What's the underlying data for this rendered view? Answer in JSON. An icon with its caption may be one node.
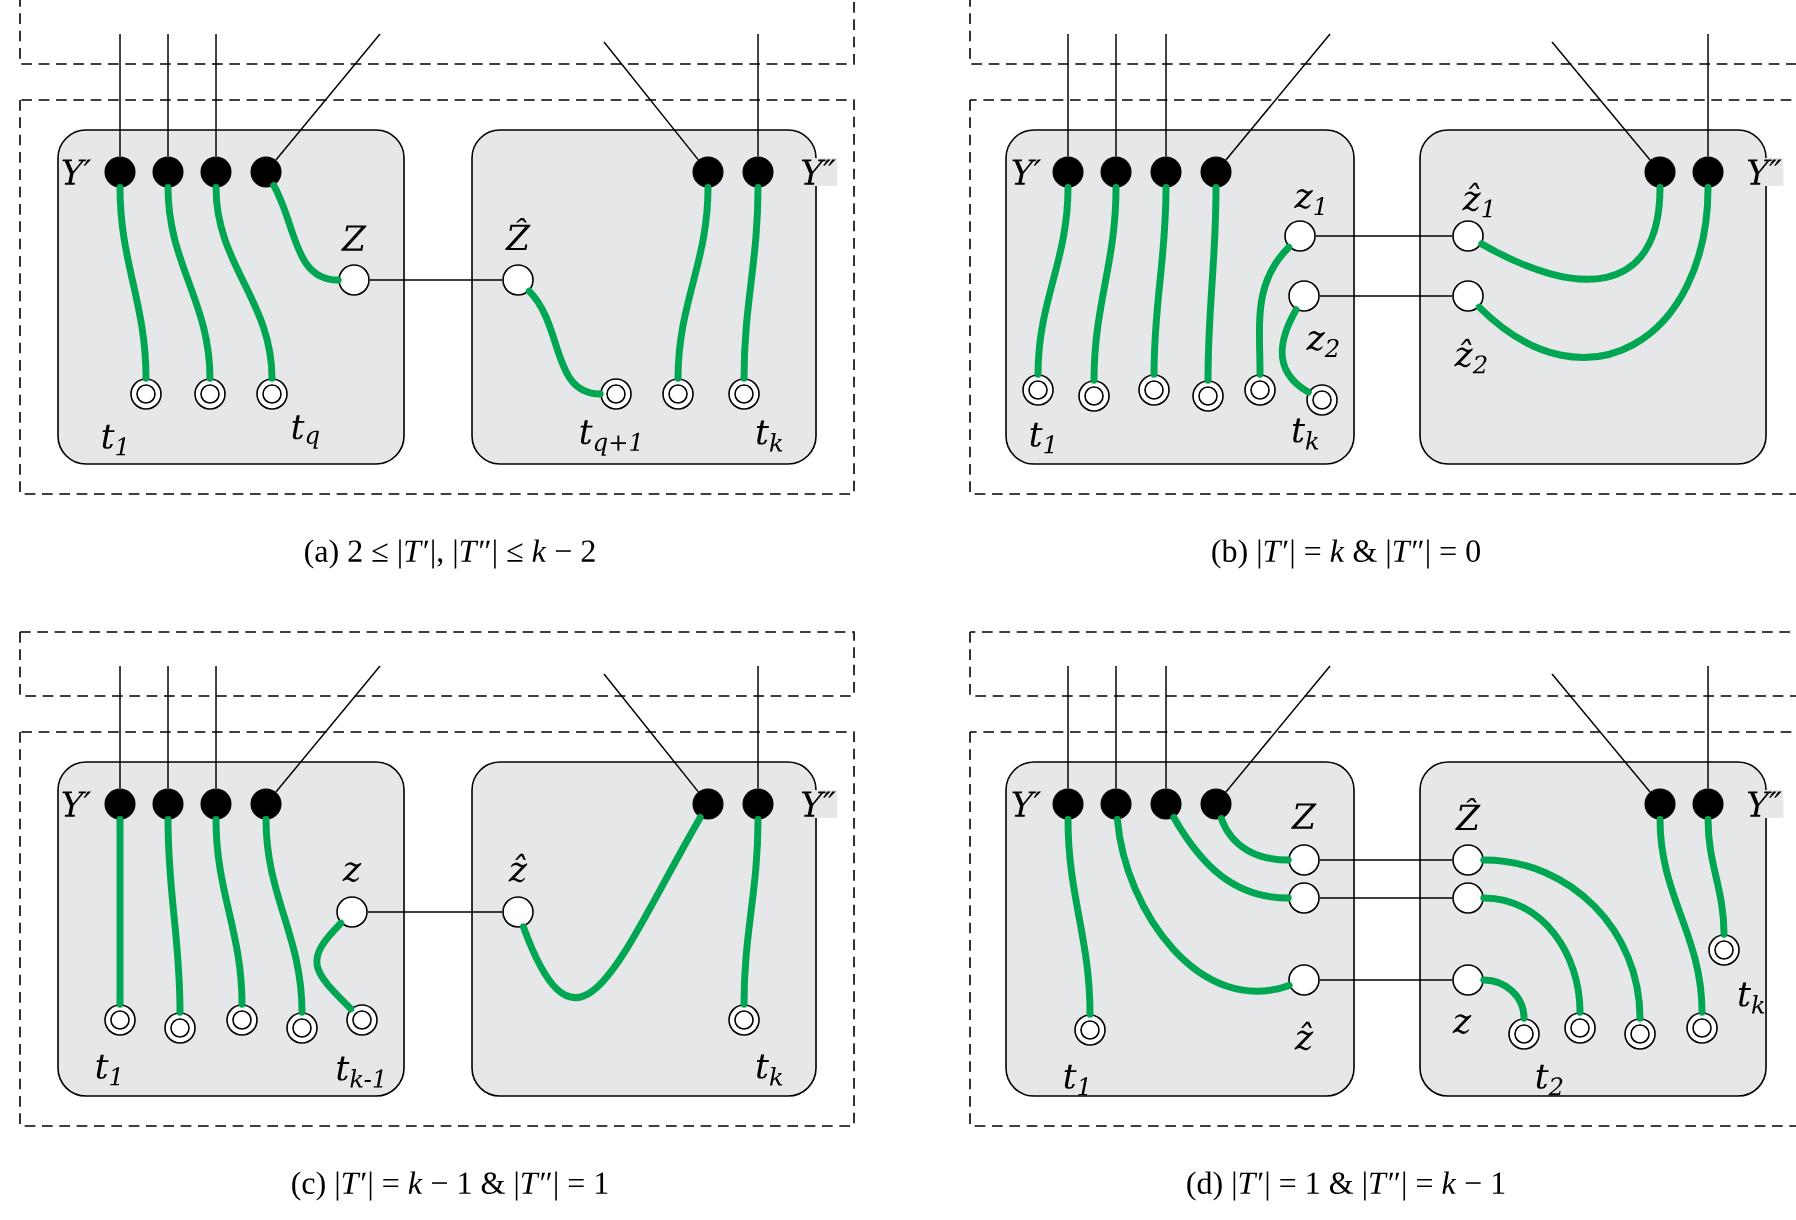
{
  "diagram": {
    "nodes": [
      {
        "text": [],
        "shape": "box",
        "beside": [
          "Y′"
        ]
      },
      {
        "text": [],
        "shape": "dot",
        "in": 0
      },
      {
        "text": [],
        "shape": "dot",
        "in": 0
      },
      {
        "text": [],
        "shape": "dot",
        "in": 0
      },
      {
        "text": [],
        "shape": "dot",
        "in": 0
      },
      {
        "text": [],
        "shape": "circle",
        "in": 0,
        "beside": [
          "Z"
        ]
      },
      {
        "text": [],
        "shape": "ring",
        "in": 0,
        "beside": [
          "t$_{1}$"
        ]
      },
      {
        "text": [],
        "shape": "ring",
        "in": 0
      },
      {
        "text": [],
        "shape": "ring",
        "in": 0,
        "beside": [
          "t$_{q}$"
        ]
      },
      {
        "text": [],
        "shape": "box",
        "beside": [
          "Y″"
        ]
      },
      {
        "text": [],
        "shape": "circle",
        "in": 9,
        "beside": [
          "Ẑ"
        ]
      },
      {
        "text": [],
        "shape": "dot",
        "in": 9
      },
      {
        "text": [],
        "shape": "dot",
        "in": 9
      },
      {
        "text": [],
        "shape": "ring",
        "in": 9,
        "beside": [
          "t$_{q+1}$"
        ]
      },
      {
        "text": [],
        "shape": "ring",
        "in": 9
      },
      {
        "text": [],
        "shape": "ring",
        "in": 9,
        "beside": [
          "t$_{k}$"
        ]
      },
      {
        "text": [],
        "shape": "box",
        "beside": [
          "Y′"
        ]
      },
      {
        "text": [],
        "shape": "dot",
        "in": 16
      },
      {
        "text": [],
        "shape": "dot",
        "in": 16
      },
      {
        "text": [],
        "shape": "dot",
        "in": 16
      },
      {
        "text": [],
        "shape": "dot",
        "in": 16
      },
      {
        "text": [],
        "shape": "circle",
        "in": 16,
        "beside": [
          "z$_{1}$"
        ]
      },
      {
        "text": [],
        "shape": "circle",
        "in": 16,
        "beside": [
          "z$_{2}$"
        ]
      },
      {
        "text": [],
        "shape": "ring",
        "in": 16,
        "beside": [
          "t$_{1}$"
        ]
      },
      {
        "text": [],
        "shape": "ring",
        "in": 16
      },
      {
        "text": [],
        "shape": "ring",
        "in": 16
      },
      {
        "text": [],
        "shape": "ring",
        "in": 16
      },
      {
        "text": [],
        "shape": "ring",
        "in": 16
      },
      {
        "text": [],
        "shape": "ring",
        "in": 16,
        "beside": [
          "t$_{k}$"
        ]
      },
      {
        "text": [],
        "shape": "box",
        "beside": [
          "Y″"
        ]
      },
      {
        "text": [],
        "shape": "dot",
        "in": 29
      },
      {
        "text": [],
        "shape": "dot",
        "in": 29
      },
      {
        "text": [],
        "shape": "circle",
        "in": 29,
        "beside": [
          "ẑ$_{1}$"
        ]
      },
      {
        "text": [],
        "shape": "circle",
        "in": 29,
        "beside": [
          "ẑ$_{2}$"
        ]
      },
      {
        "text": [],
        "shape": "box",
        "beside": [
          "Y′"
        ]
      },
      {
        "text": [],
        "shape": "dot",
        "in": 34
      },
      {
        "text": [],
        "shape": "dot",
        "in": 34
      },
      {
        "text": [],
        "shape": "dot",
        "in": 34
      },
      {
        "text": [],
        "shape": "dot",
        "in": 34
      },
      {
        "text": [],
        "shape": "circle",
        "in": 34,
        "beside": [
          "z"
        ]
      },
      {
        "text": [],
        "shape": "ring",
        "in": 34,
        "beside": [
          "t$_{1}$"
        ]
      },
      {
        "text": [],
        "shape": "ring",
        "in": 34
      },
      {
        "text": [],
        "shape": "ring",
        "in": 34
      },
      {
        "text": [],
        "shape": "ring",
        "in": 34
      },
      {
        "text": [],
        "shape": "ring",
        "in": 34,
        "beside": [
          "t$_{k-1}$"
        ]
      },
      {
        "text": [],
        "shape": "box",
        "beside": [
          "Y″"
        ]
      },
      {
        "text": [],
        "shape": "dot",
        "in": 45
      },
      {
        "text": [],
        "shape": "dot",
        "in": 45
      },
      {
        "text": [],
        "shape": "circle",
        "in": 45,
        "beside": [
          "ẑ"
        ]
      },
      {
        "text": [],
        "shape": "ring",
        "in": 45,
        "beside": [
          "t$_{k}$"
        ]
      },
      {
        "text": [],
        "shape": "box",
        "beside": [
          "Y′"
        ]
      },
      {
        "text": [],
        "shape": "dot",
        "in": 50
      },
      {
        "text": [],
        "shape": "dot",
        "in": 50
      },
      {
        "text": [],
        "shape": "dot",
        "in": 50
      },
      {
        "text": [],
        "shape": "dot",
        "in": 50
      },
      {
        "text": [],
        "shape": "circle",
        "in": 50,
        "beside": [
          "Z"
        ]
      },
      {
        "text": [],
        "shape": "circle",
        "in": 50
      },
      {
        "text": [],
        "shape": "circle",
        "in": 50,
        "beside": [
          "ẑ"
        ]
      },
      {
        "text": [],
        "shape": "ring",
        "in": 50,
        "beside": [
          "t$_{1}$"
        ]
      },
      {
        "text": [],
        "shape": "box",
        "beside": [
          "Y″"
        ]
      },
      {
        "text": [],
        "shape": "dot",
        "in": 59
      },
      {
        "text": [],
        "shape": "dot",
        "in": 59
      },
      {
        "text": [],
        "shape": "circle",
        "in": 59,
        "beside": [
          "Ẑ"
        ]
      },
      {
        "text": [],
        "shape": "circle",
        "in": 59
      },
      {
        "text": [],
        "shape": "circle",
        "in": 59,
        "beside": [
          "z"
        ]
      },
      {
        "text": [],
        "shape": "ring",
        "in": 59,
        "beside": [
          "t$_{2}$"
        ]
      },
      {
        "text": [],
        "shape": "ring",
        "in": 59
      },
      {
        "text": [],
        "shape": "ring",
        "in": 59
      },
      {
        "text": [],
        "shape": "ring",
        "in": 59
      },
      {
        "text": [],
        "shape": "ring",
        "in": 59,
        "beside": [
          "t$_{k}$"
        ]
      }
    ],
    "edges": [
      {
        "from": 1,
        "to": null,
        "arrow": "none"
      },
      {
        "from": 2,
        "to": null,
        "arrow": "none"
      },
      {
        "from": 3,
        "to": null,
        "arrow": "none"
      },
      {
        "from": 4,
        "to": null,
        "arrow": "none"
      },
      {
        "from": 11,
        "to": null,
        "arrow": "none"
      },
      {
        "from": 12,
        "to": null,
        "arrow": "none"
      },
      {
        "from": 5,
        "to": 10,
        "arrow": "none"
      },
      {
        "from": 1,
        "to": 6,
        "arrow": "none",
        "style": "thick",
        "color": "#00a651"
      },
      {
        "from": 2,
        "to": 7,
        "arrow": "none",
        "style": "thick",
        "color": "#00a651"
      },
      {
        "from": 3,
        "to": 8,
        "arrow": "none",
        "style": "thick",
        "color": "#00a651"
      },
      {
        "from": 4,
        "to": 5,
        "arrow": "none",
        "style": "thick",
        "color": "#00a651"
      },
      {
        "from": 10,
        "to": 13,
        "arrow": "none",
        "style": "thick",
        "color": "#00a651"
      },
      {
        "from": 11,
        "to": 14,
        "arrow": "none",
        "style": "thick",
        "color": "#00a651"
      },
      {
        "from": 12,
        "to": 15,
        "arrow": "none",
        "style": "thick",
        "color": "#00a651"
      },
      {
        "from": 17,
        "to": null,
        "arrow": "none"
      },
      {
        "from": 18,
        "to": null,
        "arrow": "none"
      },
      {
        "from": 19,
        "to": null,
        "arrow": "none"
      },
      {
        "from": 20,
        "to": null,
        "arrow": "none"
      },
      {
        "from": 30,
        "to": null,
        "arrow": "none"
      },
      {
        "from": 31,
        "to": null,
        "arrow": "none"
      },
      {
        "from": 21,
        "to": 32,
        "arrow": "none"
      },
      {
        "from": 22,
        "to": 33,
        "arrow": "none"
      },
      {
        "from": 17,
        "to": 23,
        "arrow": "none",
        "style": "thick",
        "color": "#00a651"
      },
      {
        "from": 18,
        "to": 24,
        "arrow": "none",
        "style": "thick",
        "color": "#00a651"
      },
      {
        "from": 19,
        "to": 25,
        "arrow": "none",
        "style": "thick",
        "color": "#00a651"
      },
      {
        "from": 20,
        "to": 26,
        "arrow": "none",
        "style": "thick",
        "color": "#00a651"
      },
      {
        "from": 21,
        "to": 27,
        "arrow": "none",
        "style": "thick",
        "color": "#00a651"
      },
      {
        "from": 22,
        "to": 28,
        "arrow": "none",
        "style": "thick",
        "color": "#00a651"
      },
      {
        "from": 30,
        "to": 32,
        "arrow": "none",
        "style": "thick",
        "color": "#00a651"
      },
      {
        "from": 31,
        "to": 33,
        "arrow": "none",
        "style": "thick",
        "color": "#00a651"
      },
      {
        "from": 35,
        "to": null,
        "arrow": "none"
      },
      {
        "from": 36,
        "to": null,
        "arrow": "none"
      },
      {
        "from": 37,
        "to": null,
        "arrow": "none"
      },
      {
        "from": 38,
        "to": null,
        "arrow": "none"
      },
      {
        "from": 46,
        "to": null,
        "arrow": "none"
      },
      {
        "from": 47,
        "to": null,
        "arrow": "none"
      },
      {
        "from": 39,
        "to": 48,
        "arrow": "none"
      },
      {
        "from": 35,
        "to": 40,
        "arrow": "none",
        "style": "thick",
        "color": "#00a651"
      },
      {
        "from": 36,
        "to": 41,
        "arrow": "none",
        "style": "thick",
        "color": "#00a651"
      },
      {
        "from": 37,
        "to": 42,
        "arrow": "none",
        "style": "thick",
        "color": "#00a651"
      },
      {
        "from": 38,
        "to": 43,
        "arrow": "none",
        "style": "thick",
        "color": "#00a651"
      },
      {
        "from": 39,
        "to": 44,
        "arrow": "none",
        "style": "thick",
        "color": "#00a651"
      },
      {
        "from": 46,
        "to": 48,
        "arrow": "none",
        "style": "thick",
        "color": "#00a651"
      },
      {
        "from": 47,
        "to": 49,
        "arrow": "none",
        "style": "thick",
        "color": "#00a651"
      },
      {
        "from": 51,
        "to": null,
        "arrow": "none"
      },
      {
        "from": 52,
        "to": null,
        "arrow": "none"
      },
      {
        "from": 53,
        "to": null,
        "arrow": "none"
      },
      {
        "from": 54,
        "to": null,
        "arrow": "none"
      },
      {
        "from": 60,
        "to": null,
        "arrow": "none"
      },
      {
        "from": 61,
        "to": null,
        "arrow": "none"
      },
      {
        "from": 55,
        "to": 62,
        "arrow": "none"
      },
      {
        "from": 56,
        "to": 63,
        "arrow": "none"
      },
      {
        "from": 57,
        "to": 64,
        "arrow": "none"
      },
      {
        "from": 51,
        "to": 58,
        "arrow": "none",
        "style": "thick",
        "color": "#00a651"
      },
      {
        "from": 52,
        "to": 57,
        "arrow": "none",
        "style": "thick",
        "color": "#00a651"
      },
      {
        "from": 53,
        "to": 56,
        "arrow": "none",
        "style": "thick",
        "color": "#00a651"
      },
      {
        "from": 54,
        "to": 55,
        "arrow": "none",
        "style": "thick",
        "color": "#00a651"
      },
      {
        "from": 62,
        "to": 67,
        "arrow": "none",
        "style": "thick",
        "color": "#00a651"
      },
      {
        "from": 63,
        "to": 66,
        "arrow": "none",
        "style": "thick",
        "color": "#00a651"
      },
      {
        "from": 64,
        "to": 65,
        "arrow": "none",
        "style": "thick",
        "color": "#00a651"
      },
      {
        "from": 60,
        "to": 68,
        "arrow": "none",
        "style": "thick",
        "color": "#00a651"
      },
      {
        "from": 61,
        "to": 69,
        "arrow": "none",
        "style": "thick",
        "color": "#00a651"
      }
    ],
    "labels": [
      "(a) 2 ≤ |*T*′|, |*T*″| ≤ *k* − 2",
      "(b) |*T*′| = *k* & |*T*″| = 0",
      "(c) |*T*′| = *k* − 1 & |*T*″| = 1",
      "(d) |*T*′| = 1 & |*T*″| = *k* − 1"
    ]
  }
}
